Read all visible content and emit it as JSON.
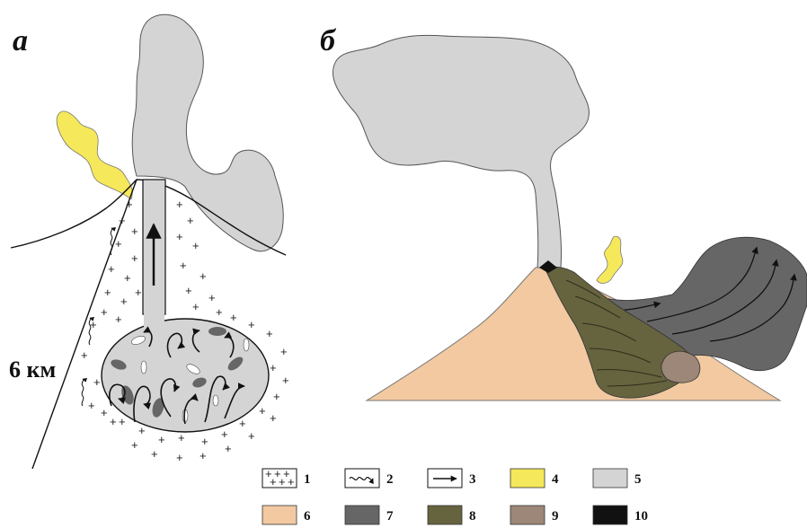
{
  "panels": {
    "a": {
      "label": "а",
      "depth_label": "6 км"
    },
    "b": {
      "label": "б"
    }
  },
  "legend": [
    {
      "number": "1",
      "kind": "crosses",
      "color": "#ffffff"
    },
    {
      "number": "2",
      "kind": "wavy-arrow",
      "color": "#ffffff"
    },
    {
      "number": "3",
      "kind": "arrow",
      "color": "#ffffff"
    },
    {
      "number": "4",
      "kind": "fill",
      "color": "#f5e85a"
    },
    {
      "number": "5",
      "kind": "fill",
      "color": "#d4d4d4"
    },
    {
      "number": "6",
      "kind": "fill",
      "color": "#f2c9a1"
    },
    {
      "number": "7",
      "kind": "fill",
      "color": "#666666"
    },
    {
      "number": "8",
      "kind": "fill",
      "color": "#66633f"
    },
    {
      "number": "9",
      "kind": "fill",
      "color": "#9c8778"
    },
    {
      "number": "10",
      "kind": "fill",
      "color": "#111111"
    }
  ],
  "colors": {
    "gas_yellow": "#f5e85a",
    "ash_cloud": "#d4d4d4",
    "cone": "#f2c9a1",
    "dark_flow": "#666666",
    "olive_flow": "#66633f",
    "dome": "#9c8778",
    "crater": "#111111"
  },
  "icons": [
    "plus-icon",
    "wavy-arrow-icon",
    "arrow-icon"
  ]
}
